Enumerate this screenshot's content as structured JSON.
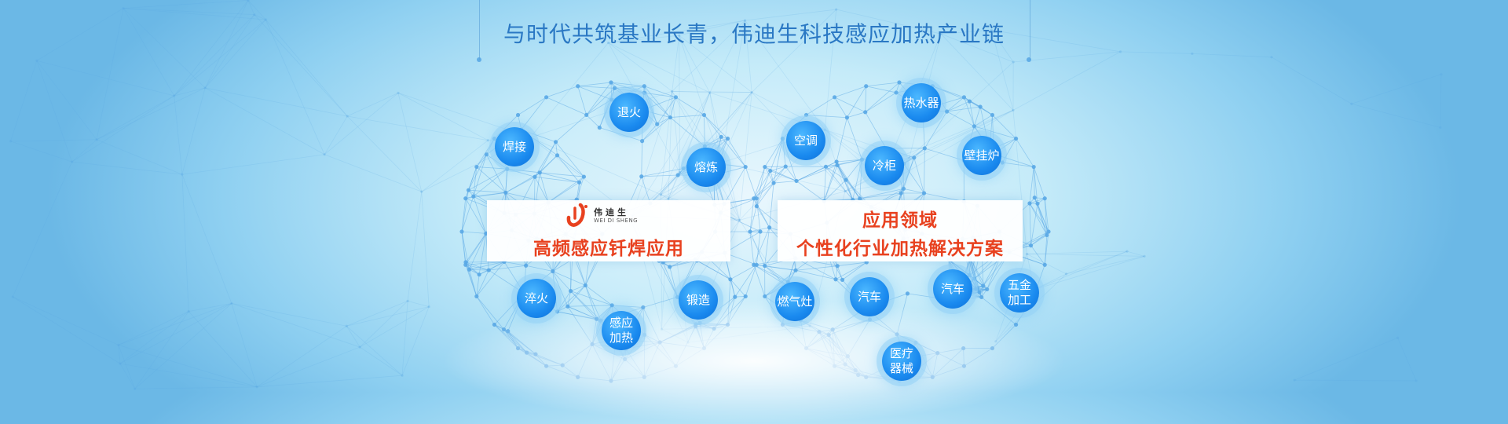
{
  "headline": "与时代共筑基业长青，伟迪生科技感应加热产业链",
  "colors": {
    "accent_red": "#e8411f",
    "node_blue": "#1a8aef",
    "headline_blue": "#2a78c4",
    "net_line": "#5aa8e6"
  },
  "left_panel": {
    "logo_cn": "伟迪生",
    "logo_en": "WEI DI SHENG",
    "logo_icon": "weidisheng-logo-icon",
    "title": "高频感应钎焊应用",
    "nodes": [
      "退火",
      "焊接",
      "熔炼",
      "淬火",
      "锻造",
      "感应\n加热"
    ]
  },
  "right_panel": {
    "title1": "应用领域",
    "title2": "个性化行业加热解决方案",
    "nodes": [
      "热水器",
      "空调",
      "冷柜",
      "壁挂炉",
      "燃气灶",
      "汽车",
      "汽车",
      "五金\n加工",
      "医疗\n器械"
    ]
  }
}
